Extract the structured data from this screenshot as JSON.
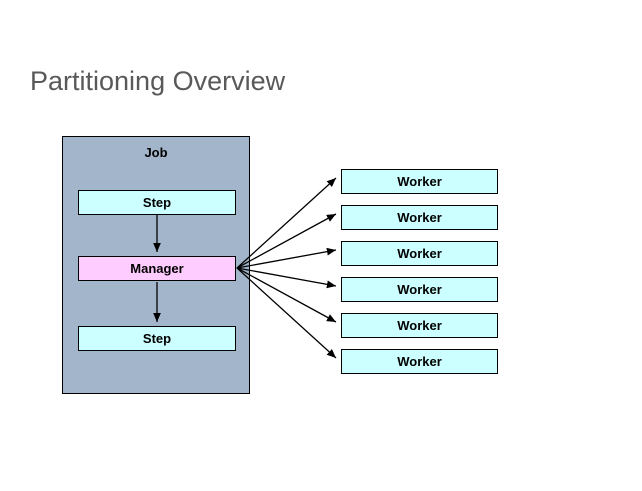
{
  "slide": {
    "title": "Partitioning Overview",
    "background_color": "#ffffff",
    "title_color": "#595959"
  },
  "job": {
    "label": "Job",
    "fill_color": "#a3b5ca",
    "border_color": "#000000",
    "nodes": [
      {
        "label": "Step",
        "fill_color": "#ccffff",
        "role": "step"
      },
      {
        "label": "Manager",
        "fill_color": "#ffccff",
        "role": "manager"
      },
      {
        "label": "Step",
        "fill_color": "#ccffff",
        "role": "step"
      }
    ]
  },
  "workers": {
    "fill_color": "#ccffff",
    "count": 6,
    "items": [
      {
        "label": "Worker"
      },
      {
        "label": "Worker"
      },
      {
        "label": "Worker"
      },
      {
        "label": "Worker"
      },
      {
        "label": "Worker"
      },
      {
        "label": "Worker"
      }
    ]
  },
  "connectors": {
    "flow": [
      {
        "from": "step-top",
        "to": "manager"
      },
      {
        "from": "manager",
        "to": "step-bottom"
      }
    ],
    "fan_out": {
      "from": "manager",
      "to": [
        "worker-1",
        "worker-2",
        "worker-3",
        "worker-4",
        "worker-5",
        "worker-6"
      ],
      "color": "#000000"
    }
  }
}
